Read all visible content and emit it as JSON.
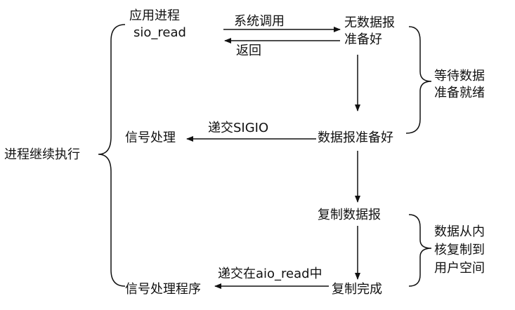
{
  "nodes": {
    "app_process": "应用进程",
    "sio_read": "sio_read",
    "no_datagram_line1": "无数据报",
    "no_datagram_line2": "准备好",
    "signal_handler": "信号处理",
    "datagram_ready": "数据报准备好",
    "copy_datagram": "复制数据报",
    "signal_handler_program": "信号处理程序",
    "copy_complete": "复制完成"
  },
  "edges": {
    "system_call": "系统调用",
    "return": "返回",
    "deliver_sigio": "递交SIGIO",
    "deliver_in_aio_read": "递交在aio_read中"
  },
  "brackets": {
    "process_continues": "进程继续执行",
    "wait_ready_line1": "等待数据",
    "wait_ready_line2": "准备就绪",
    "copy_kernel_line1": "数据从内",
    "copy_kernel_line2": "核复制到",
    "copy_kernel_line3": "用户空间"
  },
  "colors": {
    "stroke": "#111111",
    "text": "#111111",
    "background": "#ffffff"
  }
}
